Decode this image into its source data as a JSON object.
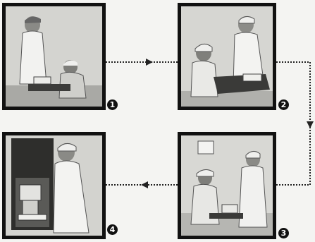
{
  "steps": [
    {
      "number": "1",
      "scene": "clinician-with-patient"
    },
    {
      "number": "2",
      "scene": "sample-collection"
    },
    {
      "number": "3",
      "scene": "sample-packaging"
    },
    {
      "number": "4",
      "scene": "laboratory-analysis"
    }
  ],
  "flow_order": [
    "1",
    "2",
    "3",
    "4"
  ],
  "colors": {
    "frame": "#111111",
    "panel_bg": "#d9d9d6",
    "connector": "#222222",
    "page_bg": "#f4f4f2"
  }
}
